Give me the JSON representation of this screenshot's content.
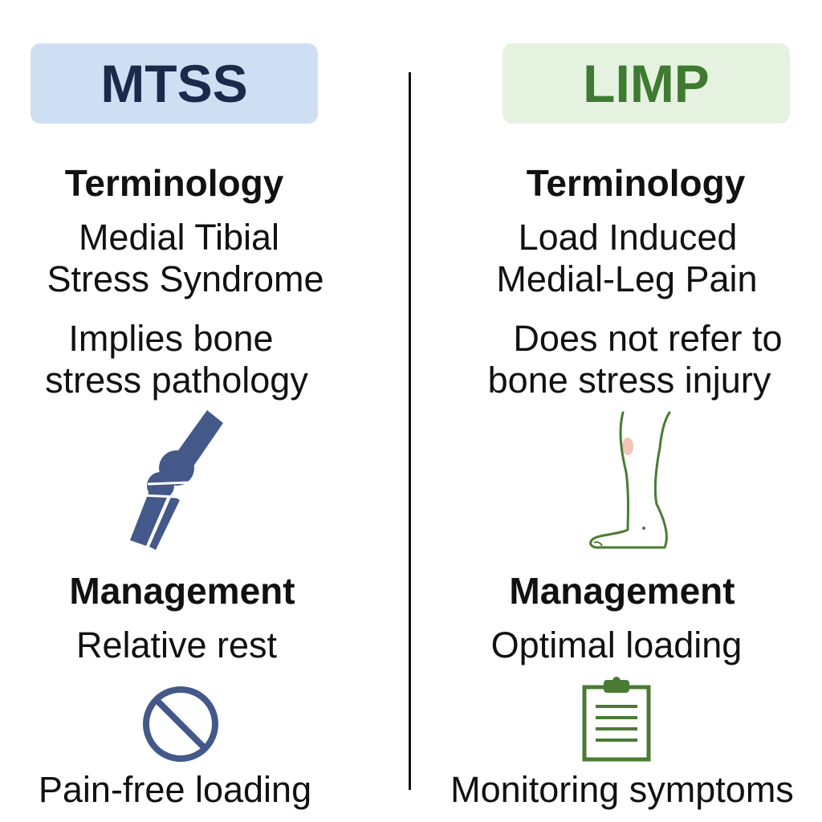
{
  "colors": {
    "mtss_header_bg": "#cfdff3",
    "mtss_header_text": "#1b2a4a",
    "limp_header_bg": "#e6f2e0",
    "limp_header_text": "#3f7a32",
    "mtss_icon": "#44598a",
    "limp_icon": "#4a7b34",
    "pain_highlight": "#f4c4b8"
  },
  "mtss": {
    "title": "MTSS",
    "terminology_heading": "Terminology",
    "terminology_line1": "Medial Tibial",
    "terminology_line2": "Stress Syndrome",
    "implication_line1": "Implies bone",
    "implication_line2": "stress pathology",
    "illustration_icon": "knee-bone-icon",
    "management_heading": "Management",
    "management_text": "Relative rest",
    "management_icon": "prohibited-icon",
    "footer_text": "Pain-free loading"
  },
  "limp": {
    "title": "LIMP",
    "terminology_heading": "Terminology",
    "terminology_line1": "Load Induced",
    "terminology_line2": "Medial-Leg Pain",
    "implication_line1": "Does not refer to",
    "implication_line2": "bone stress injury",
    "illustration_icon": "leg-outline-icon",
    "management_heading": "Management",
    "management_text": "Optimal loading",
    "management_icon": "clipboard-icon",
    "footer_text": "Monitoring symptoms"
  }
}
